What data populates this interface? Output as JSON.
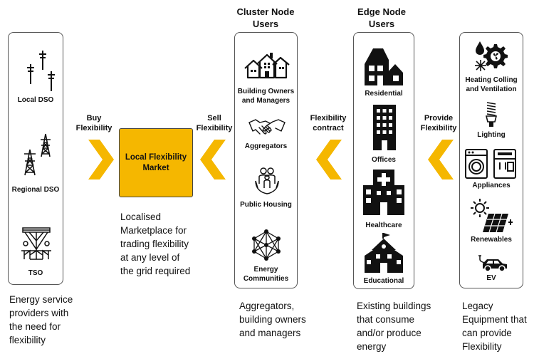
{
  "grid_column": {
    "items": [
      {
        "label": "Local DSO",
        "icon": "utility-pole-icon"
      },
      {
        "label": "Regional DSO",
        "icon": "transmission-tower-icon"
      },
      {
        "label": "TSO",
        "icon": "substation-icon"
      }
    ],
    "description": [
      "Energy service",
      "providers with",
      "the need for",
      "flexibility"
    ]
  },
  "market": {
    "title": "Local Flexibility Market",
    "description": [
      "Localised",
      "Marketplace for",
      "trading flexibility",
      "at any level of",
      "the grid required"
    ]
  },
  "arrows": {
    "buy": [
      "Buy",
      "Flexibility"
    ],
    "sell": [
      "Sell",
      "Flexibility"
    ],
    "contract": [
      "Flexibility",
      "contract"
    ],
    "provide": [
      "Provide",
      "Flexibility"
    ]
  },
  "cluster_column": {
    "header": [
      "Cluster Node",
      "Users"
    ],
    "items": [
      {
        "label": [
          "Building Owners",
          "and Managers"
        ],
        "icon": "houses-icon"
      },
      {
        "label": [
          "Aggregators"
        ],
        "icon": "handshake-icon"
      },
      {
        "label": [
          "Public Housing"
        ],
        "icon": "family-hands-icon"
      },
      {
        "label": [
          "Energy",
          "Communities"
        ],
        "icon": "network-icon"
      }
    ],
    "description": [
      "Aggregators,",
      "building owners",
      "and managers"
    ]
  },
  "edge_column": {
    "header": [
      "Edge Node",
      "Users"
    ],
    "items": [
      {
        "label": "Residential",
        "icon": "house-icon"
      },
      {
        "label": "Offices",
        "icon": "office-building-icon"
      },
      {
        "label": "Healthcare",
        "icon": "hospital-icon"
      },
      {
        "label": "Educational",
        "icon": "school-icon"
      }
    ],
    "description": [
      "Existing buildings",
      "that consume",
      "and/or produce",
      "energy"
    ]
  },
  "equipment_column": {
    "items": [
      {
        "label": [
          "Heating Colling",
          "and Ventilation"
        ],
        "icon": "hvac-icon"
      },
      {
        "label": [
          "Lighting"
        ],
        "icon": "light-bulb-icon"
      },
      {
        "label": [
          "Appliances"
        ],
        "icon": "appliances-icon"
      },
      {
        "label": [
          "Renewables"
        ],
        "icon": "solar-panel-icon"
      },
      {
        "label": [
          "EV"
        ],
        "icon": "electric-car-icon"
      }
    ],
    "description": [
      "Legacy",
      "Equipment that",
      "can provide",
      "Flexibility"
    ]
  },
  "colors": {
    "accent": "#f5b700",
    "border": "#555555",
    "icon": "#111111"
  }
}
